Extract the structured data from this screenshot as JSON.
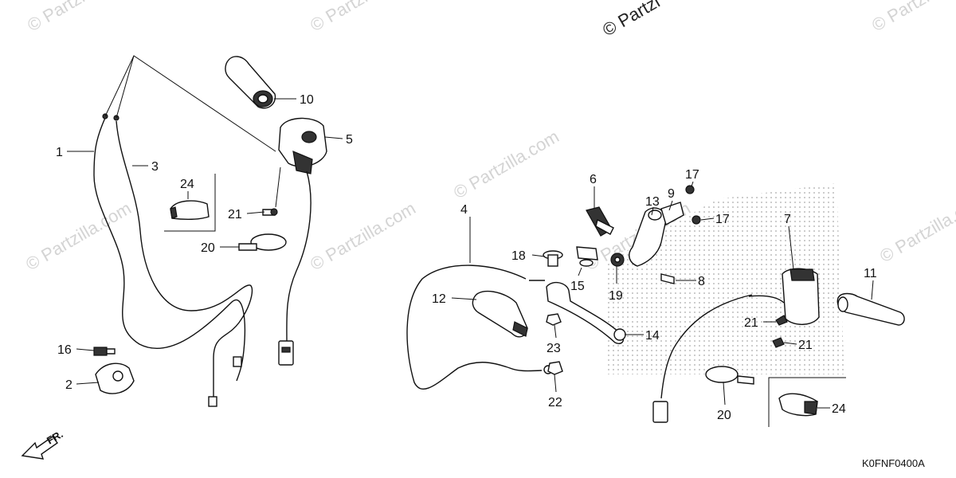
{
  "watermark": {
    "text": "© Partzilla.com",
    "short_text": "© Partzi"
  },
  "diagram_code": "K0FNF0400A",
  "front_label": "FR.",
  "callouts": {
    "c1": "1",
    "c2": "2",
    "c3": "3",
    "c4": "4",
    "c5": "5",
    "c6": "6",
    "c7": "7",
    "c8": "8",
    "c9": "9",
    "c10": "10",
    "c11": "11",
    "c12": "12",
    "c13": "13",
    "c14": "14",
    "c15": "15",
    "c16": "16",
    "c17a": "17",
    "c17b": "17",
    "c18": "18",
    "c19": "19",
    "c20a": "20",
    "c20b": "20",
    "c21a": "21",
    "c21b": "21",
    "c21c": "21",
    "c22": "22",
    "c23": "23",
    "c24a": "24",
    "c24b": "24"
  }
}
